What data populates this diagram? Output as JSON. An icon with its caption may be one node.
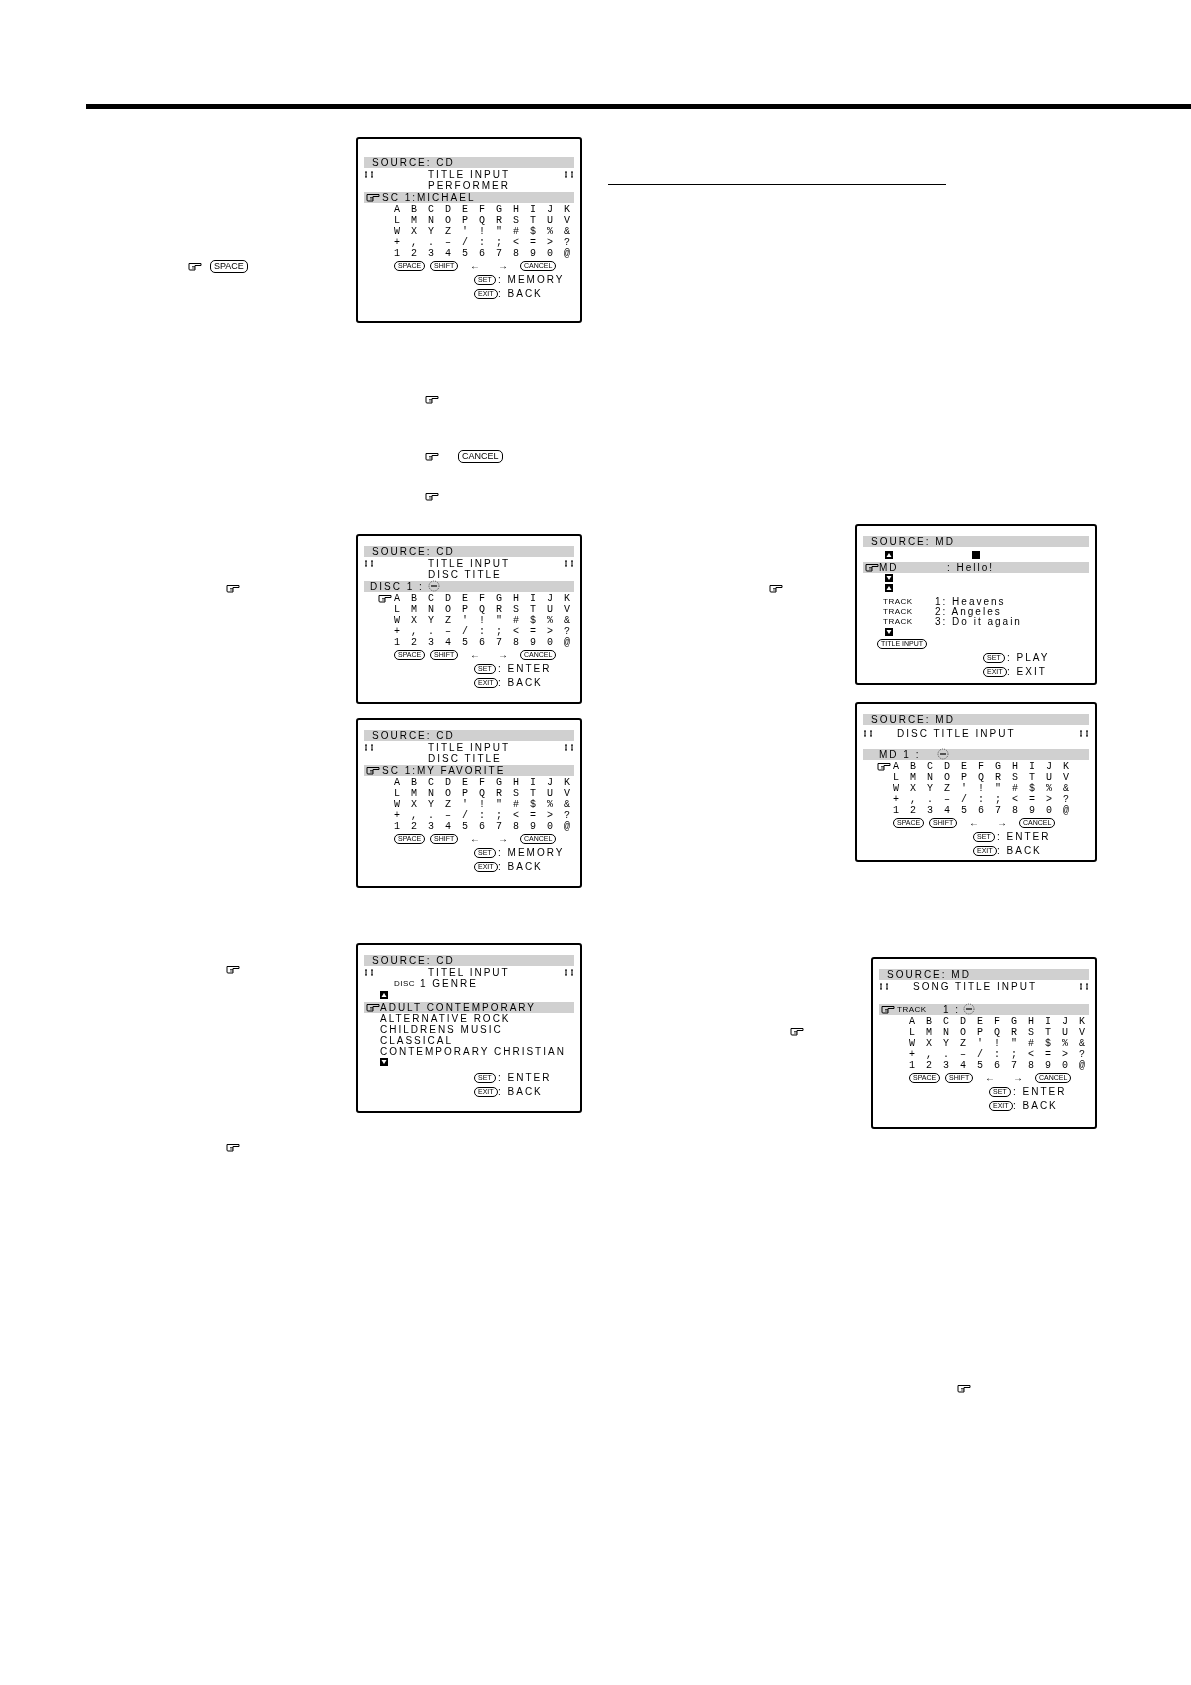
{
  "diagram": {
    "nodes": [
      {
        "text": [
          "SOURCE: CD",
          "TITLE INPUT",
          "PERFORMER",
          "SC 1:MICHAEL",
          "A B C D E F G H I J K",
          "L M N O P Q R S T U V",
          "W X Y Z ' ! \" # $ % &",
          "+ , . – / : ; < = > ?",
          "1 2 3 4 5 6 7 8 9 0 @",
          "←",
          "→",
          ": MEMORY",
          ": BACK"
        ]
      },
      {
        "text": [
          "SPACE"
        ],
        "in": 0
      },
      {
        "text": [
          "SHIFT"
        ],
        "in": 0
      },
      {
        "text": [
          "CANCEL"
        ],
        "in": 0
      },
      {
        "text": [
          "SET"
        ],
        "in": 0
      },
      {
        "text": [
          "EXIT"
        ],
        "in": 0
      },
      {
        "text": [
          "SOURCE: CD",
          "TITLE INPUT",
          "DISC TITLE",
          "DISC 1 :",
          "A B C D E F G H I J K",
          "L M N O P Q R S T U V",
          "W X Y Z ' ! \" # $ % &",
          "+ , . – / : ; < = > ?",
          "1 2 3 4 5 6 7 8 9 0 @",
          "←",
          "→",
          ": ENTER",
          ": BACK"
        ]
      },
      {
        "text": [
          "SPACE"
        ],
        "in": 6
      },
      {
        "text": [
          "SHIFT"
        ],
        "in": 6
      },
      {
        "text": [
          "CANCEL"
        ],
        "in": 6
      },
      {
        "text": [
          "SET"
        ],
        "in": 6
      },
      {
        "text": [
          "EXIT"
        ],
        "in": 6
      },
      {
        "text": [
          "SOURCE: CD",
          "TITLE INPUT",
          "DISC TITLE",
          "SC 1:MY FAVORITE",
          "A B C D E F G H I J K",
          "L M N O P Q R S T U V",
          "W X Y Z ' ! \" # $ % &",
          "+ , . – / : ; < = > ?",
          "1 2 3 4 5 6 7 8 9 0 @",
          "←",
          "→",
          ": MEMORY",
          ": BACK"
        ]
      },
      {
        "text": [
          "SPACE"
        ],
        "in": 12
      },
      {
        "text": [
          "SHIFT"
        ],
        "in": 12
      },
      {
        "text": [
          "CANCEL"
        ],
        "in": 12
      },
      {
        "text": [
          "SET"
        ],
        "in": 12
      },
      {
        "text": [
          "EXIT"
        ],
        "in": 12
      },
      {
        "text": [
          "SOURCE: CD",
          "TITEL INPUT",
          "DISC",
          "1 GENRE",
          "ADULT CONTEMPORARY",
          "ALTERNATIVE ROCK",
          "CHILDRENS MUSIC",
          "CLASSICAL",
          "CONTEMPORARY CHRISTIAN",
          ": ENTER",
          ": BACK"
        ]
      },
      {
        "text": [
          "SET"
        ],
        "in": 18
      },
      {
        "text": [
          "EXIT"
        ],
        "in": 18
      },
      {
        "text": [
          "SOURCE: MD",
          "MD",
          ": Hello!",
          "TRACK",
          "1: Heavens",
          "TRACK",
          "2: Angeles",
          "TRACK",
          "3: Do it again",
          ": PLAY",
          ": EXIT"
        ]
      },
      {
        "text": [
          "TITLE INPUT"
        ],
        "in": 21
      },
      {
        "text": [
          "SET"
        ],
        "in": 21
      },
      {
        "text": [
          "EXIT"
        ],
        "in": 21
      },
      {
        "text": [
          "SOURCE: MD",
          "DISC TITLE INPUT",
          "MD 1 :",
          "A B C D E F G H I J K",
          "L M N O P Q R S T U V",
          "W X Y Z ' ! \" # $ % &",
          "+ , . – / : ; < = > ?",
          "1 2 3 4 5 6 7 8 9 0 @",
          "←",
          "→",
          ": ENTER",
          ": BACK"
        ]
      },
      {
        "text": [
          "SPACE"
        ],
        "in": 25
      },
      {
        "text": [
          "SHIFT"
        ],
        "in": 25
      },
      {
        "text": [
          "CANCEL"
        ],
        "in": 25
      },
      {
        "text": [
          "SET"
        ],
        "in": 25
      },
      {
        "text": [
          "EXIT"
        ],
        "in": 25
      },
      {
        "text": [
          "SOURCE: MD",
          "SONG TITLE INPUT",
          "TRACK",
          "1 :",
          "A B C D E F G H I J K",
          "L M N O P Q R S T U V",
          "W X Y Z ' ! \" # $ % &",
          "+ , . – / : ; < = > ?",
          "1 2 3 4 5 6 7 8 9 0 @",
          "←",
          "→",
          ": ENTER",
          ": BACK"
        ]
      },
      {
        "text": [
          "SPACE"
        ],
        "in": 31
      },
      {
        "text": [
          "SHIFT"
        ],
        "in": 31
      },
      {
        "text": [
          "CANCEL"
        ],
        "in": 31
      },
      {
        "text": [
          "SET"
        ],
        "in": 31
      },
      {
        "text": [
          "EXIT"
        ],
        "in": 31
      }
    ],
    "labels": [
      "SPACE",
      "CANCEL"
    ]
  }
}
